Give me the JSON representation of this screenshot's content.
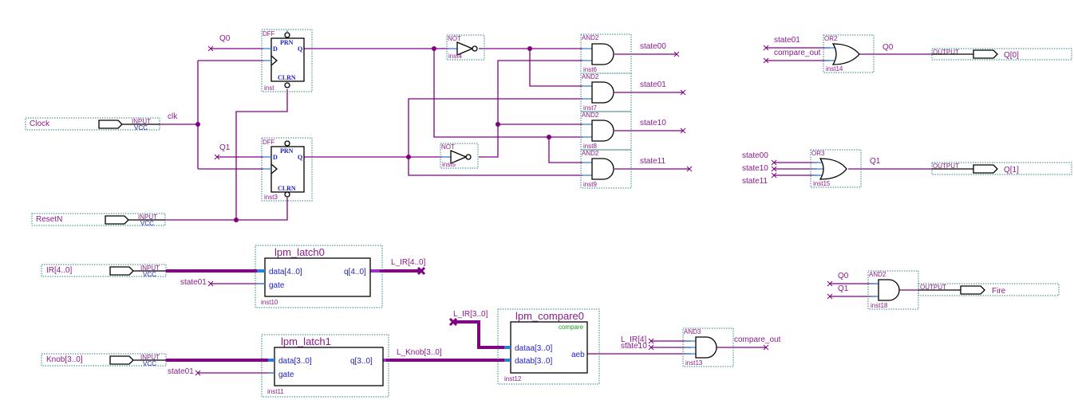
{
  "colors": {
    "wire": "#800080",
    "port_stub": "#2f7fd0",
    "instance_border": "#2a8080",
    "label": "#8b1a8b",
    "pin_label": "#2020c0"
  },
  "inputs": [
    {
      "name": "Clock",
      "type": "INPUT",
      "default": "VCC"
    },
    {
      "name": "ResetN",
      "type": "INPUT",
      "default": "VCC"
    },
    {
      "name": "IR[4..0]",
      "type": "INPUT",
      "default": "VCC"
    },
    {
      "name": "Knob[3..0]",
      "type": "INPUT",
      "default": "VCC"
    }
  ],
  "outputs": [
    {
      "name": "Q[0]",
      "type": "OUTPUT"
    },
    {
      "name": "Q[1]",
      "type": "OUTPUT"
    },
    {
      "name": "Fire",
      "type": "OUTPUT"
    }
  ],
  "nets": {
    "clk": "clk",
    "q0": "Q0",
    "q1": "Q1",
    "state00": "state00",
    "state01": "state01",
    "state10": "state10",
    "state11": "state11",
    "compare_out": "compare_out",
    "l_ir": "L_IR[4..0]",
    "l_ir_low": "L_IR[3..0]",
    "l_ir4": "L_IR[4]",
    "l_knob": "L_Knob[3..0]"
  },
  "dff": [
    {
      "type": "DFF",
      "inst": "inst",
      "pins": {
        "prn": "PRN",
        "clrn": "CLRN",
        "d": "D",
        "q": "Q"
      }
    },
    {
      "type": "DFF",
      "inst": "inst3",
      "pins": {
        "prn": "PRN",
        "clrn": "CLRN",
        "d": "D",
        "q": "Q"
      }
    }
  ],
  "gates": {
    "inst4": {
      "type": "NOT",
      "inst": "inst4"
    },
    "inst5": {
      "type": "NOT",
      "inst": "inst5"
    },
    "inst6": {
      "type": "AND2",
      "inst": "inst6"
    },
    "inst7": {
      "type": "AND2",
      "inst": "inst7"
    },
    "inst8": {
      "type": "AND2",
      "inst": "inst8"
    },
    "inst9": {
      "type": "AND2",
      "inst": "inst9"
    },
    "inst14": {
      "type": "OR2",
      "inst": "inst14"
    },
    "inst15": {
      "type": "OR3",
      "inst": "inst15"
    },
    "inst18": {
      "type": "AND2",
      "inst": "inst18"
    },
    "inst13": {
      "type": "AND3",
      "inst": "inst13"
    }
  },
  "megafunctions": {
    "latch0": {
      "title": "lpm_latch0",
      "inst": "inst10",
      "data": "data[4..0]",
      "gate": "gate",
      "q": "q[4..0]"
    },
    "latch1": {
      "title": "lpm_latch1",
      "inst": "inst11",
      "data": "data[3..0]",
      "gate": "gate",
      "q": "q[3..0]"
    },
    "compare0": {
      "title": "lpm_compare0",
      "inst": "inst12",
      "tag": "compare",
      "dataa": "dataa[3..0]",
      "datab": "datab[3..0]",
      "aeb": "aeb"
    }
  }
}
